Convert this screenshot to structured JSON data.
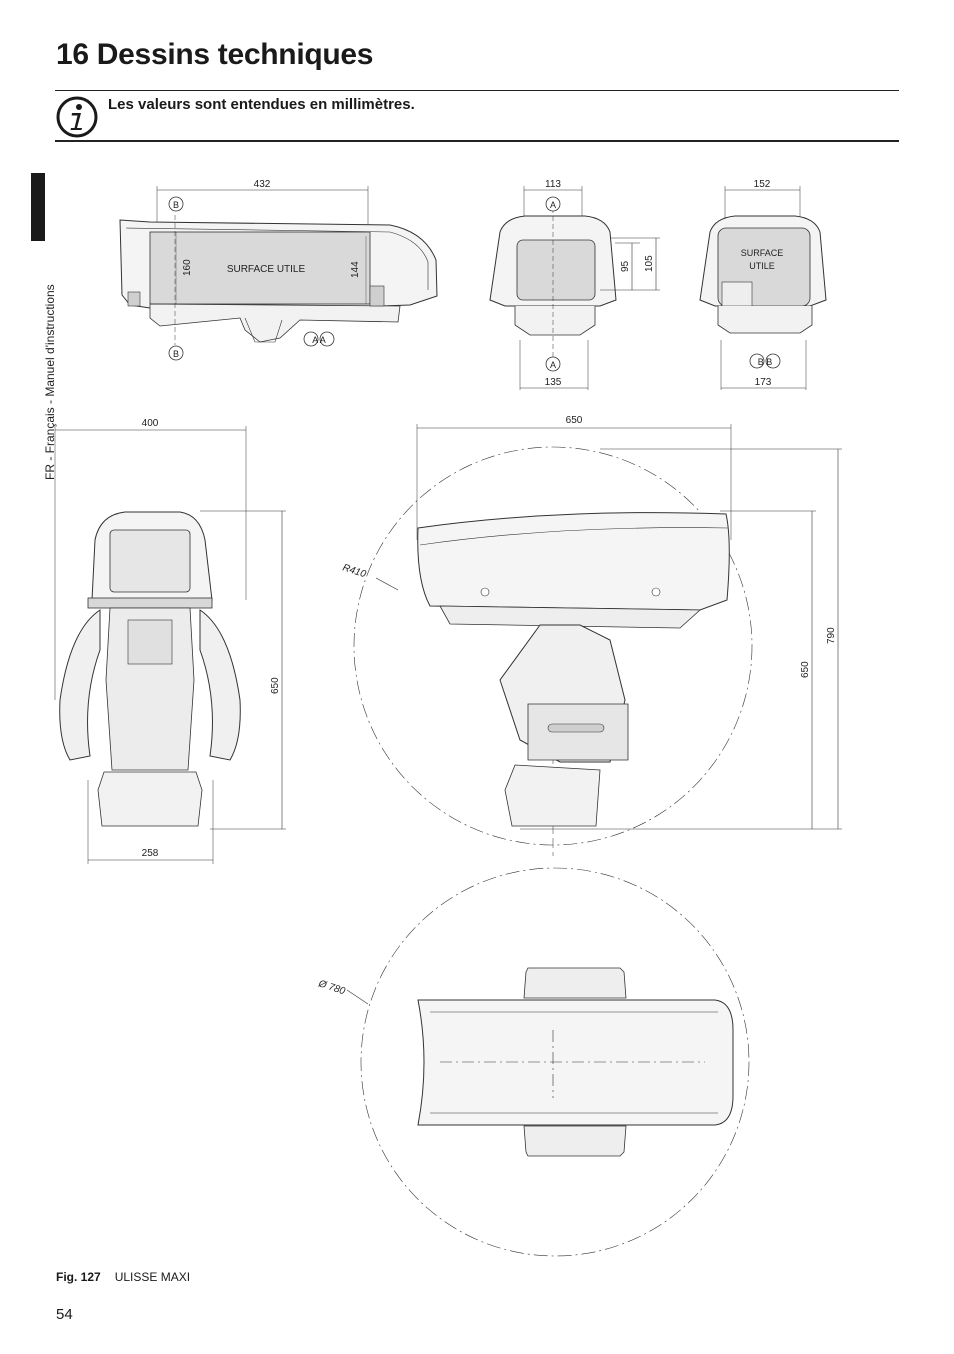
{
  "page": {
    "title": "16 Dessins techniques",
    "note": "Les valeurs sont entendues en millimètres.",
    "sidebar": "FR - Français - Manuel d'instructions",
    "caption_fig": "Fig. 127",
    "caption_text": "ULISSE MAXI",
    "page_number": "54"
  },
  "drawings": {
    "side_view": {
      "width": "432",
      "height_left": "160",
      "height_right": "144",
      "label": "SURFACE UTILE",
      "marker_b": "B",
      "section": "A A"
    },
    "front_view": {
      "top_width": "113",
      "bottom_width": "135",
      "height_inner": "95",
      "height_outer": "105",
      "marker": "A"
    },
    "rear_view": {
      "top_width": "152",
      "bottom_width": "173",
      "label_line1": "SURFACE",
      "label_line2": "UTILE",
      "section": "B B"
    },
    "unit_front": {
      "width": "400",
      "base_width": "258",
      "height": "650"
    },
    "unit_side": {
      "width": "650",
      "height_inner": "650",
      "height_outer": "790",
      "radius": "R410"
    },
    "unit_top": {
      "diameter": "Ø 780"
    }
  }
}
